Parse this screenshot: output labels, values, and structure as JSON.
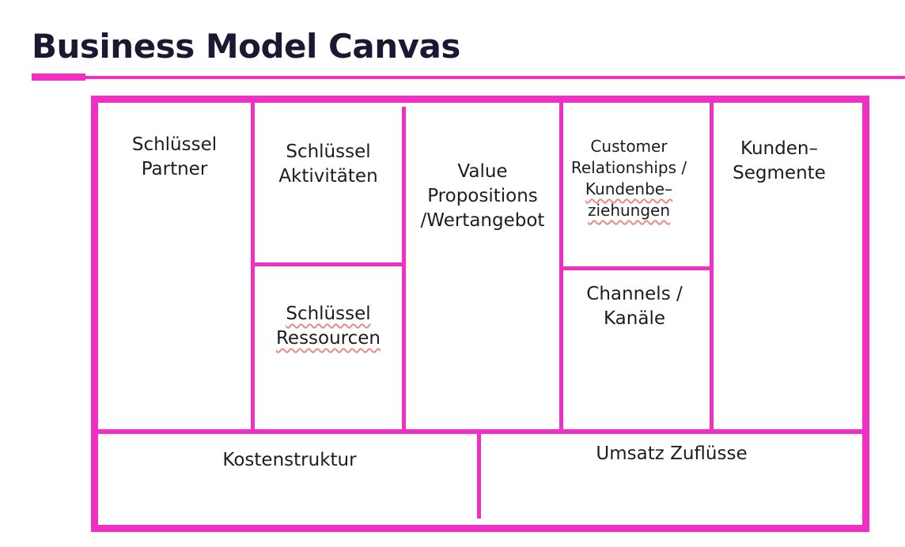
{
  "colors": {
    "accent": "#f22fc3",
    "squiggle": "#e98a88",
    "title": "#191933",
    "text": "#1d1d1d"
  },
  "header": {
    "title": "Business Model Canvas"
  },
  "canvas": {
    "key_partners": {
      "lines": [
        "Schlüssel",
        "Partner"
      ]
    },
    "key_activities": {
      "lines": [
        "Schlüssel",
        "Aktivitäten"
      ]
    },
    "key_resources": {
      "lines": [
        "Schlüssel",
        "Ressourcen"
      ]
    },
    "value_propositions": {
      "lines": [
        "Value",
        "Propositions",
        "/Wertangebot"
      ]
    },
    "customer_relationships": {
      "lines": [
        "Customer",
        "Relationships /",
        "Kundenbe–",
        "ziehungen"
      ]
    },
    "channels": {
      "lines": [
        "Channels /",
        "Kanäle"
      ]
    },
    "customer_segments": {
      "lines": [
        "Kunden–",
        "Segmente"
      ]
    },
    "cost_structure": {
      "label": "Kostenstruktur"
    },
    "revenue_streams": {
      "label": "Umsatz Zuflüsse"
    }
  }
}
